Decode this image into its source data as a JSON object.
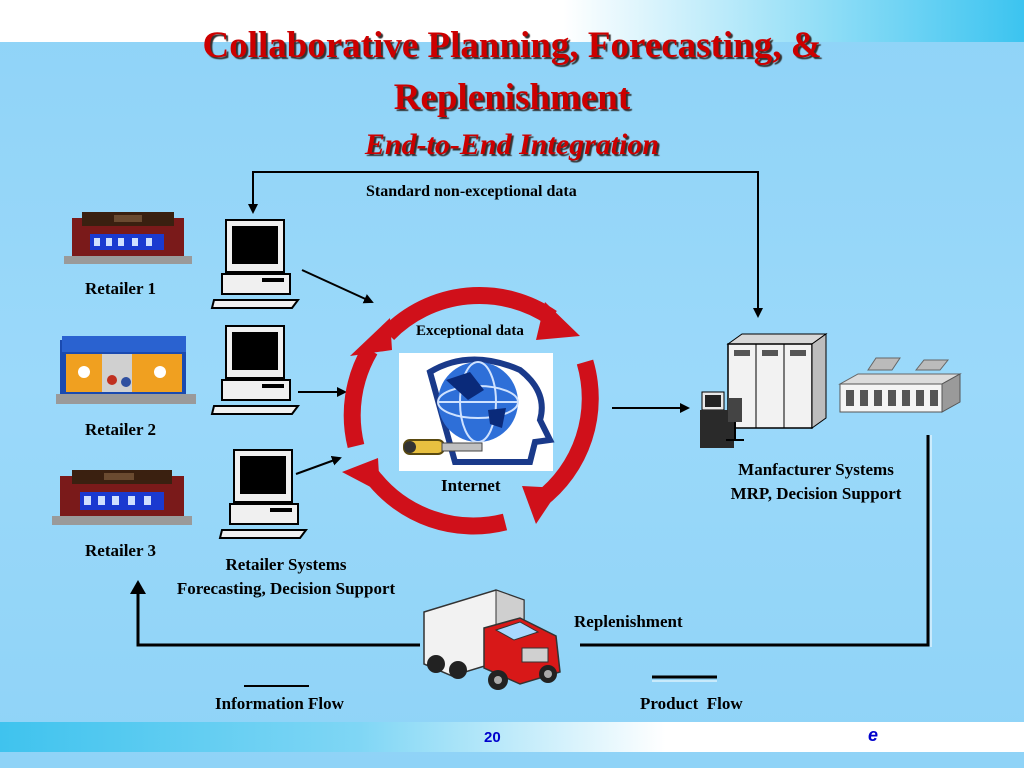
{
  "title_line1": "Collaborative Planning, Forecasting, &",
  "title_line2": "Replenishment",
  "subtitle": "End-to-End Integration",
  "labels": {
    "standard_data": "Standard non-exceptional data",
    "exceptional_data": "Exceptional data",
    "internet": "Internet",
    "retailer1": "Retailer 1",
    "retailer2": "Retailer 2",
    "retailer3": "Retailer 3",
    "retailer_systems": "Retailer Systems",
    "retailer_systems_sub": "Forecasting, Decision Support",
    "manufacturer_systems": "Manfacturer Systems",
    "manufacturer_systems_sub": "MRP, Decision Support",
    "replenishment": "Replenishment",
    "information_flow": "Information Flow",
    "product_flow": "Product  Flow"
  },
  "footer": {
    "page_number": "20",
    "logo_letter": "e"
  },
  "colors": {
    "title": "#cc0000",
    "background": "#9bd9fa",
    "cycle_arrows": "#d0101a",
    "footer_text": "#0000cc"
  }
}
